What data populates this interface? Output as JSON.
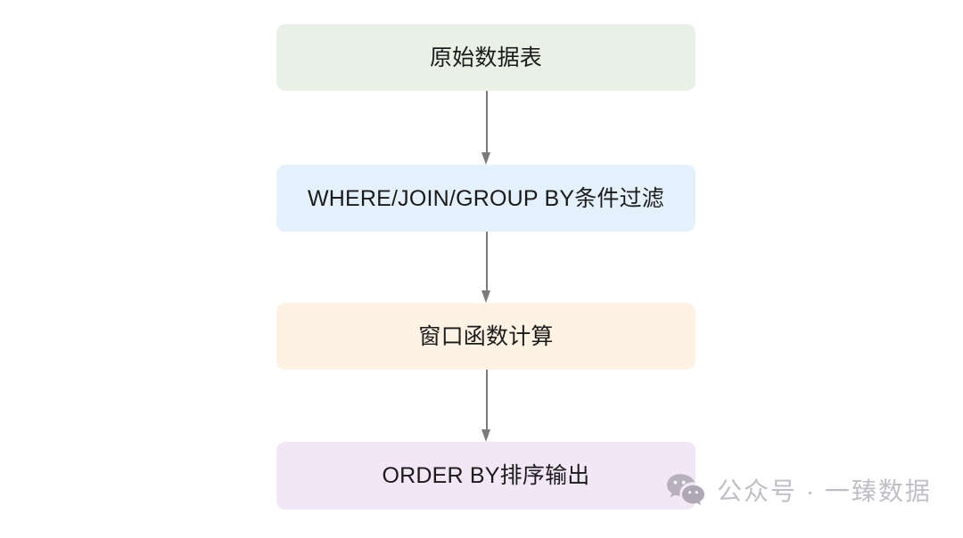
{
  "diagram": {
    "type": "flowchart",
    "orientation": "vertical-top-to-bottom",
    "background_color": "#ffffff",
    "nodes": [
      {
        "id": "source-table",
        "label": "原始数据表",
        "fill_color": "#e9f1e7",
        "text_color": "#1b1b1b",
        "shape": "rounded-rectangle"
      },
      {
        "id": "filter-stage",
        "label": "WHERE/JOIN/GROUP BY条件过滤",
        "fill_color": "#e4f0fb",
        "text_color": "#1b1b1b",
        "shape": "rounded-rectangle"
      },
      {
        "id": "window-function-stage",
        "label": "窗口函数计算",
        "fill_color": "#fdf2e4",
        "text_color": "#1b1b1b",
        "shape": "rounded-rectangle"
      },
      {
        "id": "order-by-stage",
        "label": "ORDER BY排序输出",
        "fill_color": "#f1e7f6",
        "text_color": "#1b1b1b",
        "shape": "rounded-rectangle"
      }
    ],
    "edges": [
      {
        "id": "edge-1",
        "from": "source-table",
        "to": "filter-stage",
        "style": "solid-arrow",
        "color": "#7b7b7b"
      },
      {
        "id": "edge-2",
        "from": "filter-stage",
        "to": "window-function-stage",
        "style": "solid-arrow",
        "color": "#7b7b7b"
      },
      {
        "id": "edge-3",
        "from": "window-function-stage",
        "to": "order-by-stage",
        "style": "solid-arrow",
        "color": "#7b7b7b"
      }
    ]
  },
  "watermark": {
    "icon": "wechat-icon",
    "text": "公众号 · 一臻数据",
    "color": "#c2bec6"
  }
}
